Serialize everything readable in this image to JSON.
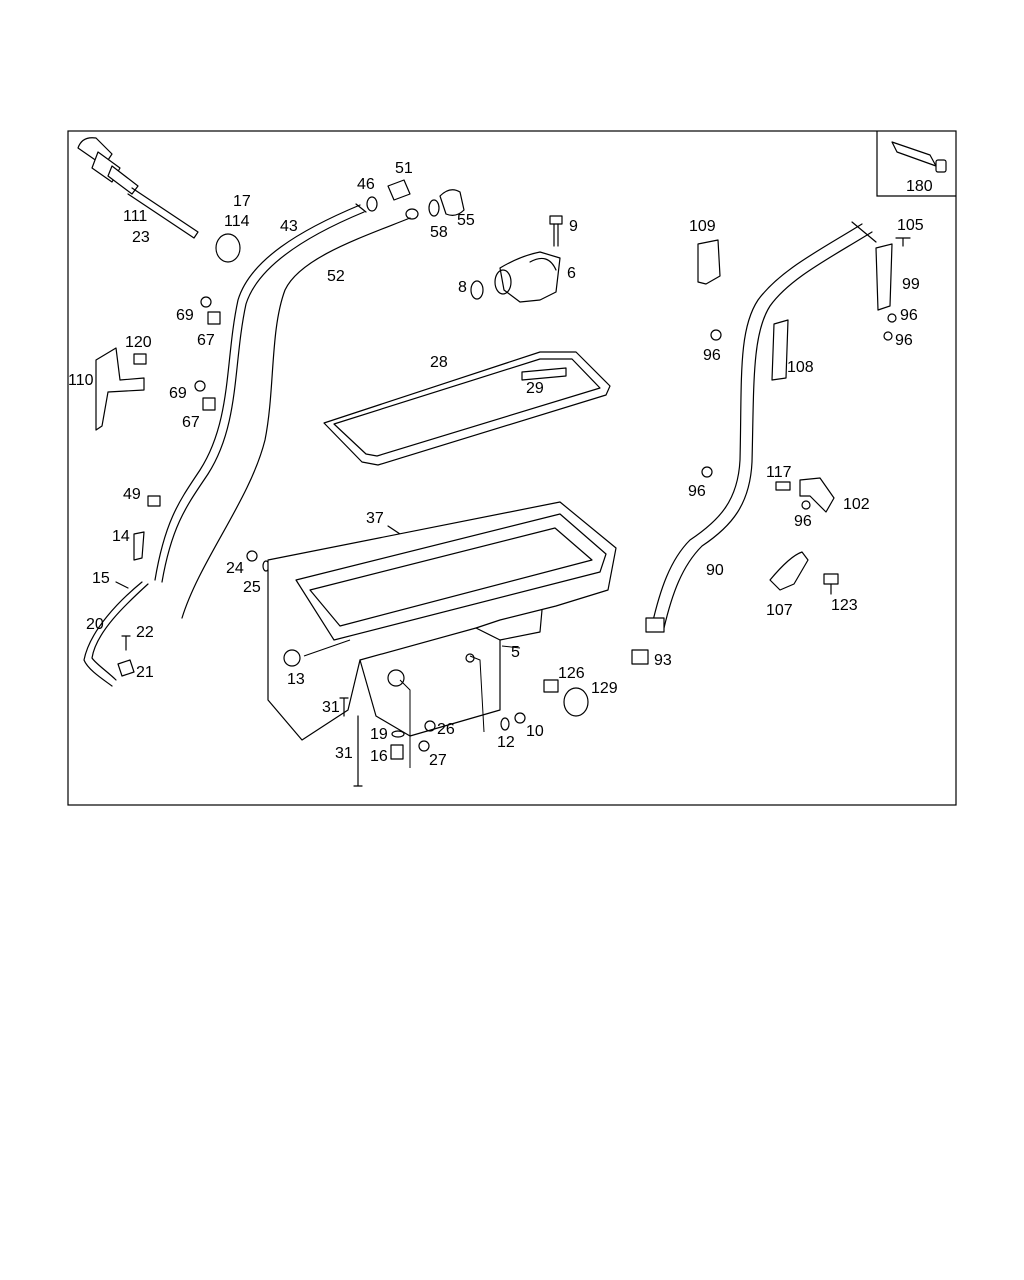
{
  "callouts": [
    {
      "id": "c180",
      "text": "180"
    },
    {
      "id": "c111",
      "text": "111"
    },
    {
      "id": "c23",
      "text": "23"
    },
    {
      "id": "c17",
      "text": "17"
    },
    {
      "id": "c114",
      "text": "114"
    },
    {
      "id": "c43",
      "text": "43"
    },
    {
      "id": "c46",
      "text": "46"
    },
    {
      "id": "c51",
      "text": "51"
    },
    {
      "id": "c55",
      "text": "55"
    },
    {
      "id": "c58",
      "text": "58"
    },
    {
      "id": "c9",
      "text": "9"
    },
    {
      "id": "c6",
      "text": "6"
    },
    {
      "id": "c8",
      "text": "8"
    },
    {
      "id": "c52",
      "text": "52"
    },
    {
      "id": "c109",
      "text": "109"
    },
    {
      "id": "c105",
      "text": "105"
    },
    {
      "id": "c99",
      "text": "99"
    },
    {
      "id": "c96a",
      "text": "96"
    },
    {
      "id": "c96b",
      "text": "96"
    },
    {
      "id": "c96c",
      "text": "96"
    },
    {
      "id": "c108",
      "text": "108"
    },
    {
      "id": "c69a",
      "text": "69"
    },
    {
      "id": "c67a",
      "text": "67"
    },
    {
      "id": "c120",
      "text": "120"
    },
    {
      "id": "c110",
      "text": "110"
    },
    {
      "id": "c69b",
      "text": "69"
    },
    {
      "id": "c67b",
      "text": "67"
    },
    {
      "id": "c28",
      "text": "28"
    },
    {
      "id": "c29",
      "text": "29"
    },
    {
      "id": "c117",
      "text": "117"
    },
    {
      "id": "c96d",
      "text": "96"
    },
    {
      "id": "c96e",
      "text": "96"
    },
    {
      "id": "c102",
      "text": "102"
    },
    {
      "id": "c49",
      "text": "49"
    },
    {
      "id": "c37",
      "text": "37"
    },
    {
      "id": "c14",
      "text": "14"
    },
    {
      "id": "c24",
      "text": "24"
    },
    {
      "id": "c25",
      "text": "25"
    },
    {
      "id": "c15",
      "text": "15"
    },
    {
      "id": "c90",
      "text": "90"
    },
    {
      "id": "c107",
      "text": "107"
    },
    {
      "id": "c123",
      "text": "123"
    },
    {
      "id": "c20",
      "text": "20"
    },
    {
      "id": "c22",
      "text": "22"
    },
    {
      "id": "c21",
      "text": "21"
    },
    {
      "id": "c13",
      "text": "13"
    },
    {
      "id": "c5",
      "text": "5"
    },
    {
      "id": "c93",
      "text": "93"
    },
    {
      "id": "c126",
      "text": "126"
    },
    {
      "id": "c129",
      "text": "129"
    },
    {
      "id": "c31a",
      "text": "31"
    },
    {
      "id": "c26",
      "text": "26"
    },
    {
      "id": "c10",
      "text": "10"
    },
    {
      "id": "c19",
      "text": "19"
    },
    {
      "id": "c12",
      "text": "12"
    },
    {
      "id": "c31b",
      "text": "31"
    },
    {
      "id": "c16",
      "text": "16"
    },
    {
      "id": "c27",
      "text": "27"
    }
  ]
}
